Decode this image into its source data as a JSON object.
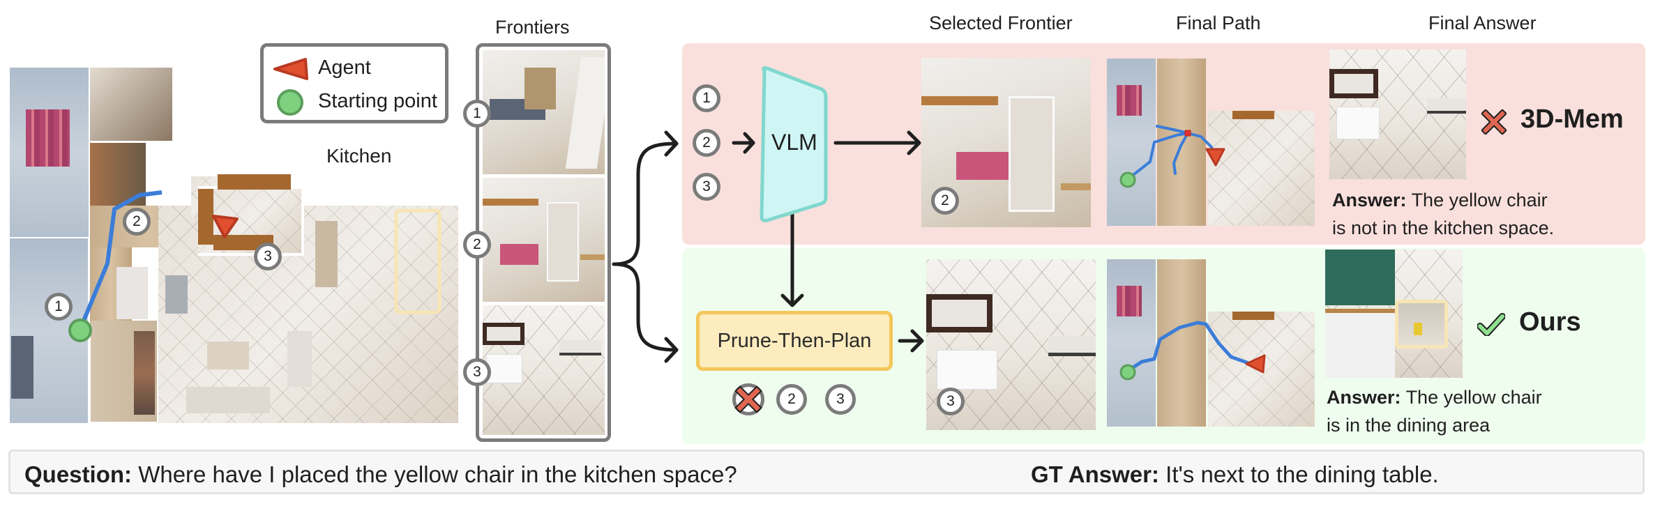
{
  "headers": {
    "frontiers": "Frontiers",
    "selected_frontier": "Selected Frontier",
    "final_path": "Final Path",
    "final_answer": "Final Answer"
  },
  "legend": {
    "items": [
      {
        "icon": "agent-triangle-icon",
        "label": "Agent",
        "color": "#e0502f"
      },
      {
        "icon": "starting-point-circle-icon",
        "label": "Starting point",
        "color": "#7fd07f"
      }
    ]
  },
  "map": {
    "room_label": "Kitchen",
    "frontier_markers": [
      "1",
      "2",
      "3"
    ],
    "path_color": "#3b7dd8",
    "highlight_color": "#f7e6b5"
  },
  "frontiers": {
    "items": [
      {
        "number": "1",
        "scene": "attic bedroom with grey sofa and shelves"
      },
      {
        "number": "2",
        "scene": "doorway to pink bedroom and corridor"
      },
      {
        "number": "3",
        "scene": "hallway with mirror and tiled floor"
      }
    ]
  },
  "baseline": {
    "panel_color": "#f9e0dc",
    "candidates": [
      "1",
      "2",
      "3"
    ],
    "module_label": "VLM",
    "module_color": "#cff6f4",
    "selected_frontier": "2",
    "method_name": "3D-Mem",
    "result_icon": "cross-icon",
    "answer_label": "Answer",
    "answer_text": "The yellow chair is not in the kitchen space."
  },
  "ours": {
    "panel_color": "#eefdee",
    "module_label": "Prune-Then-Plan",
    "module_color": "#fcecbe",
    "pruned": [
      "1"
    ],
    "remaining": [
      "2",
      "3"
    ],
    "selected_frontier": "3",
    "method_name": "Ours",
    "result_icon": "check-icon",
    "answer_label": "Answer",
    "answer_text": "The yellow chair is in the dining area"
  },
  "qa": {
    "question_label": "Question",
    "question_text": "Where have I placed the yellow chair in the kitchen space?",
    "gt_label": "GT Answer",
    "gt_text": "It's next to the dining table."
  }
}
